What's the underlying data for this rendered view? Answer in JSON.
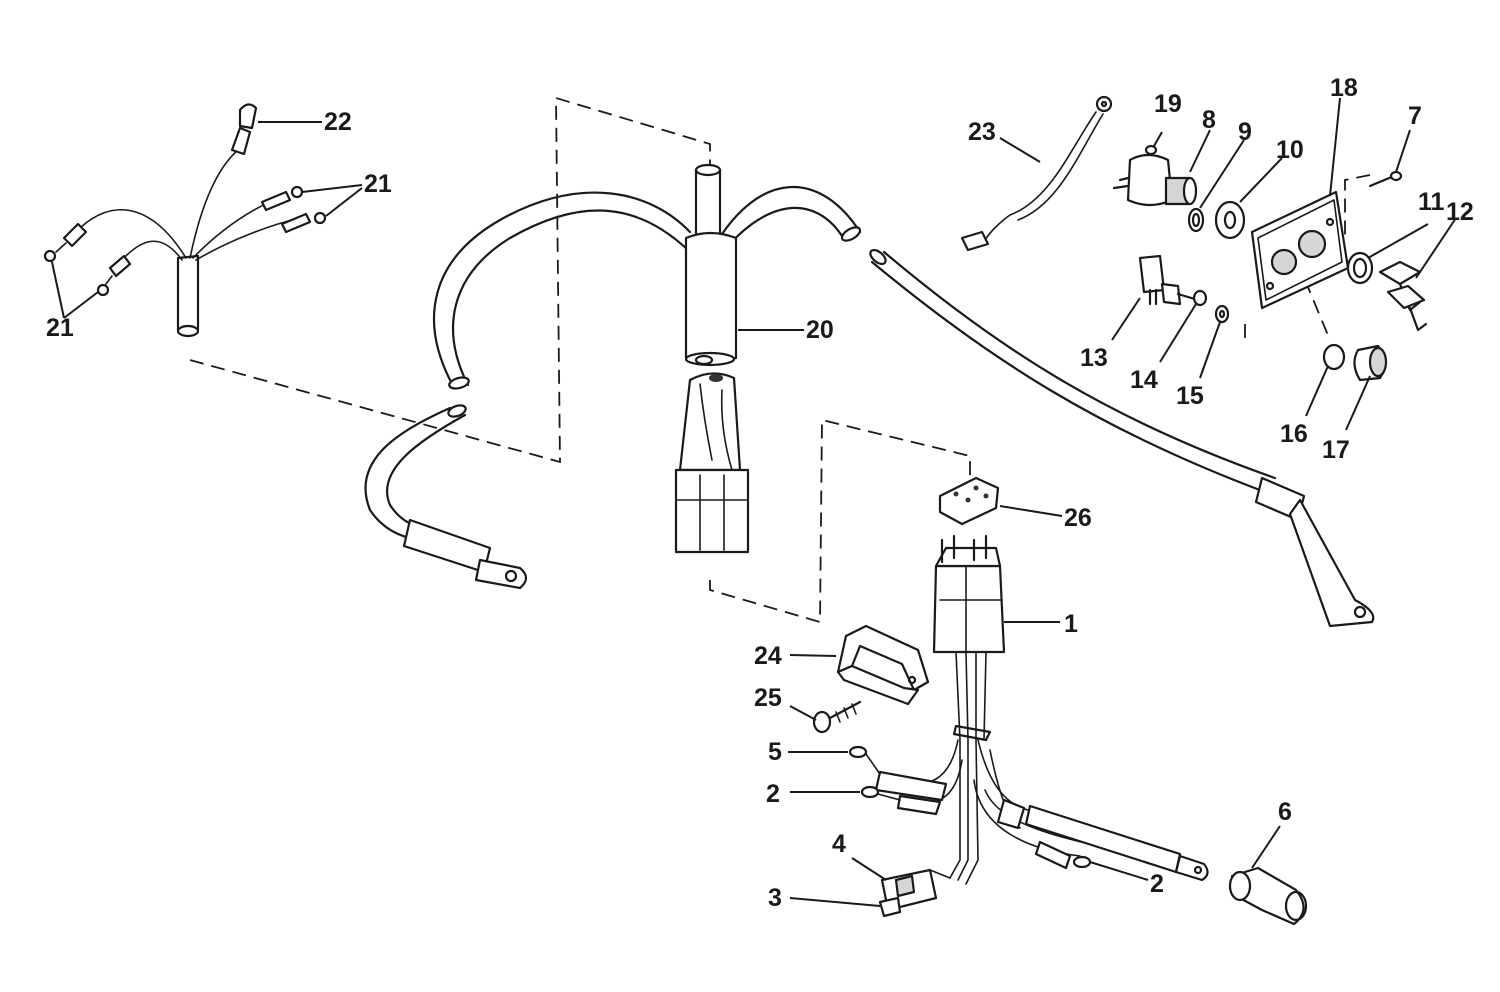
{
  "callouts": {
    "c1": "1",
    "c2a": "2",
    "c2b": "2",
    "c3": "3",
    "c4": "4",
    "c5": "5",
    "c6": "6",
    "c7": "7",
    "c8": "8",
    "c9": "9",
    "c10": "10",
    "c11": "11",
    "c12": "12",
    "c13": "13",
    "c14": "14",
    "c15": "15",
    "c16": "16",
    "c17": "17",
    "c18": "18",
    "c19": "19",
    "c20": "20",
    "c21a": "21",
    "c21b": "21",
    "c22": "22",
    "c23": "23",
    "c24": "24",
    "c25": "25",
    "c26": "26"
  },
  "colors": {
    "ink": "#1a1a1a",
    "paper": "#ffffff",
    "shade": "#d6d6d6"
  }
}
